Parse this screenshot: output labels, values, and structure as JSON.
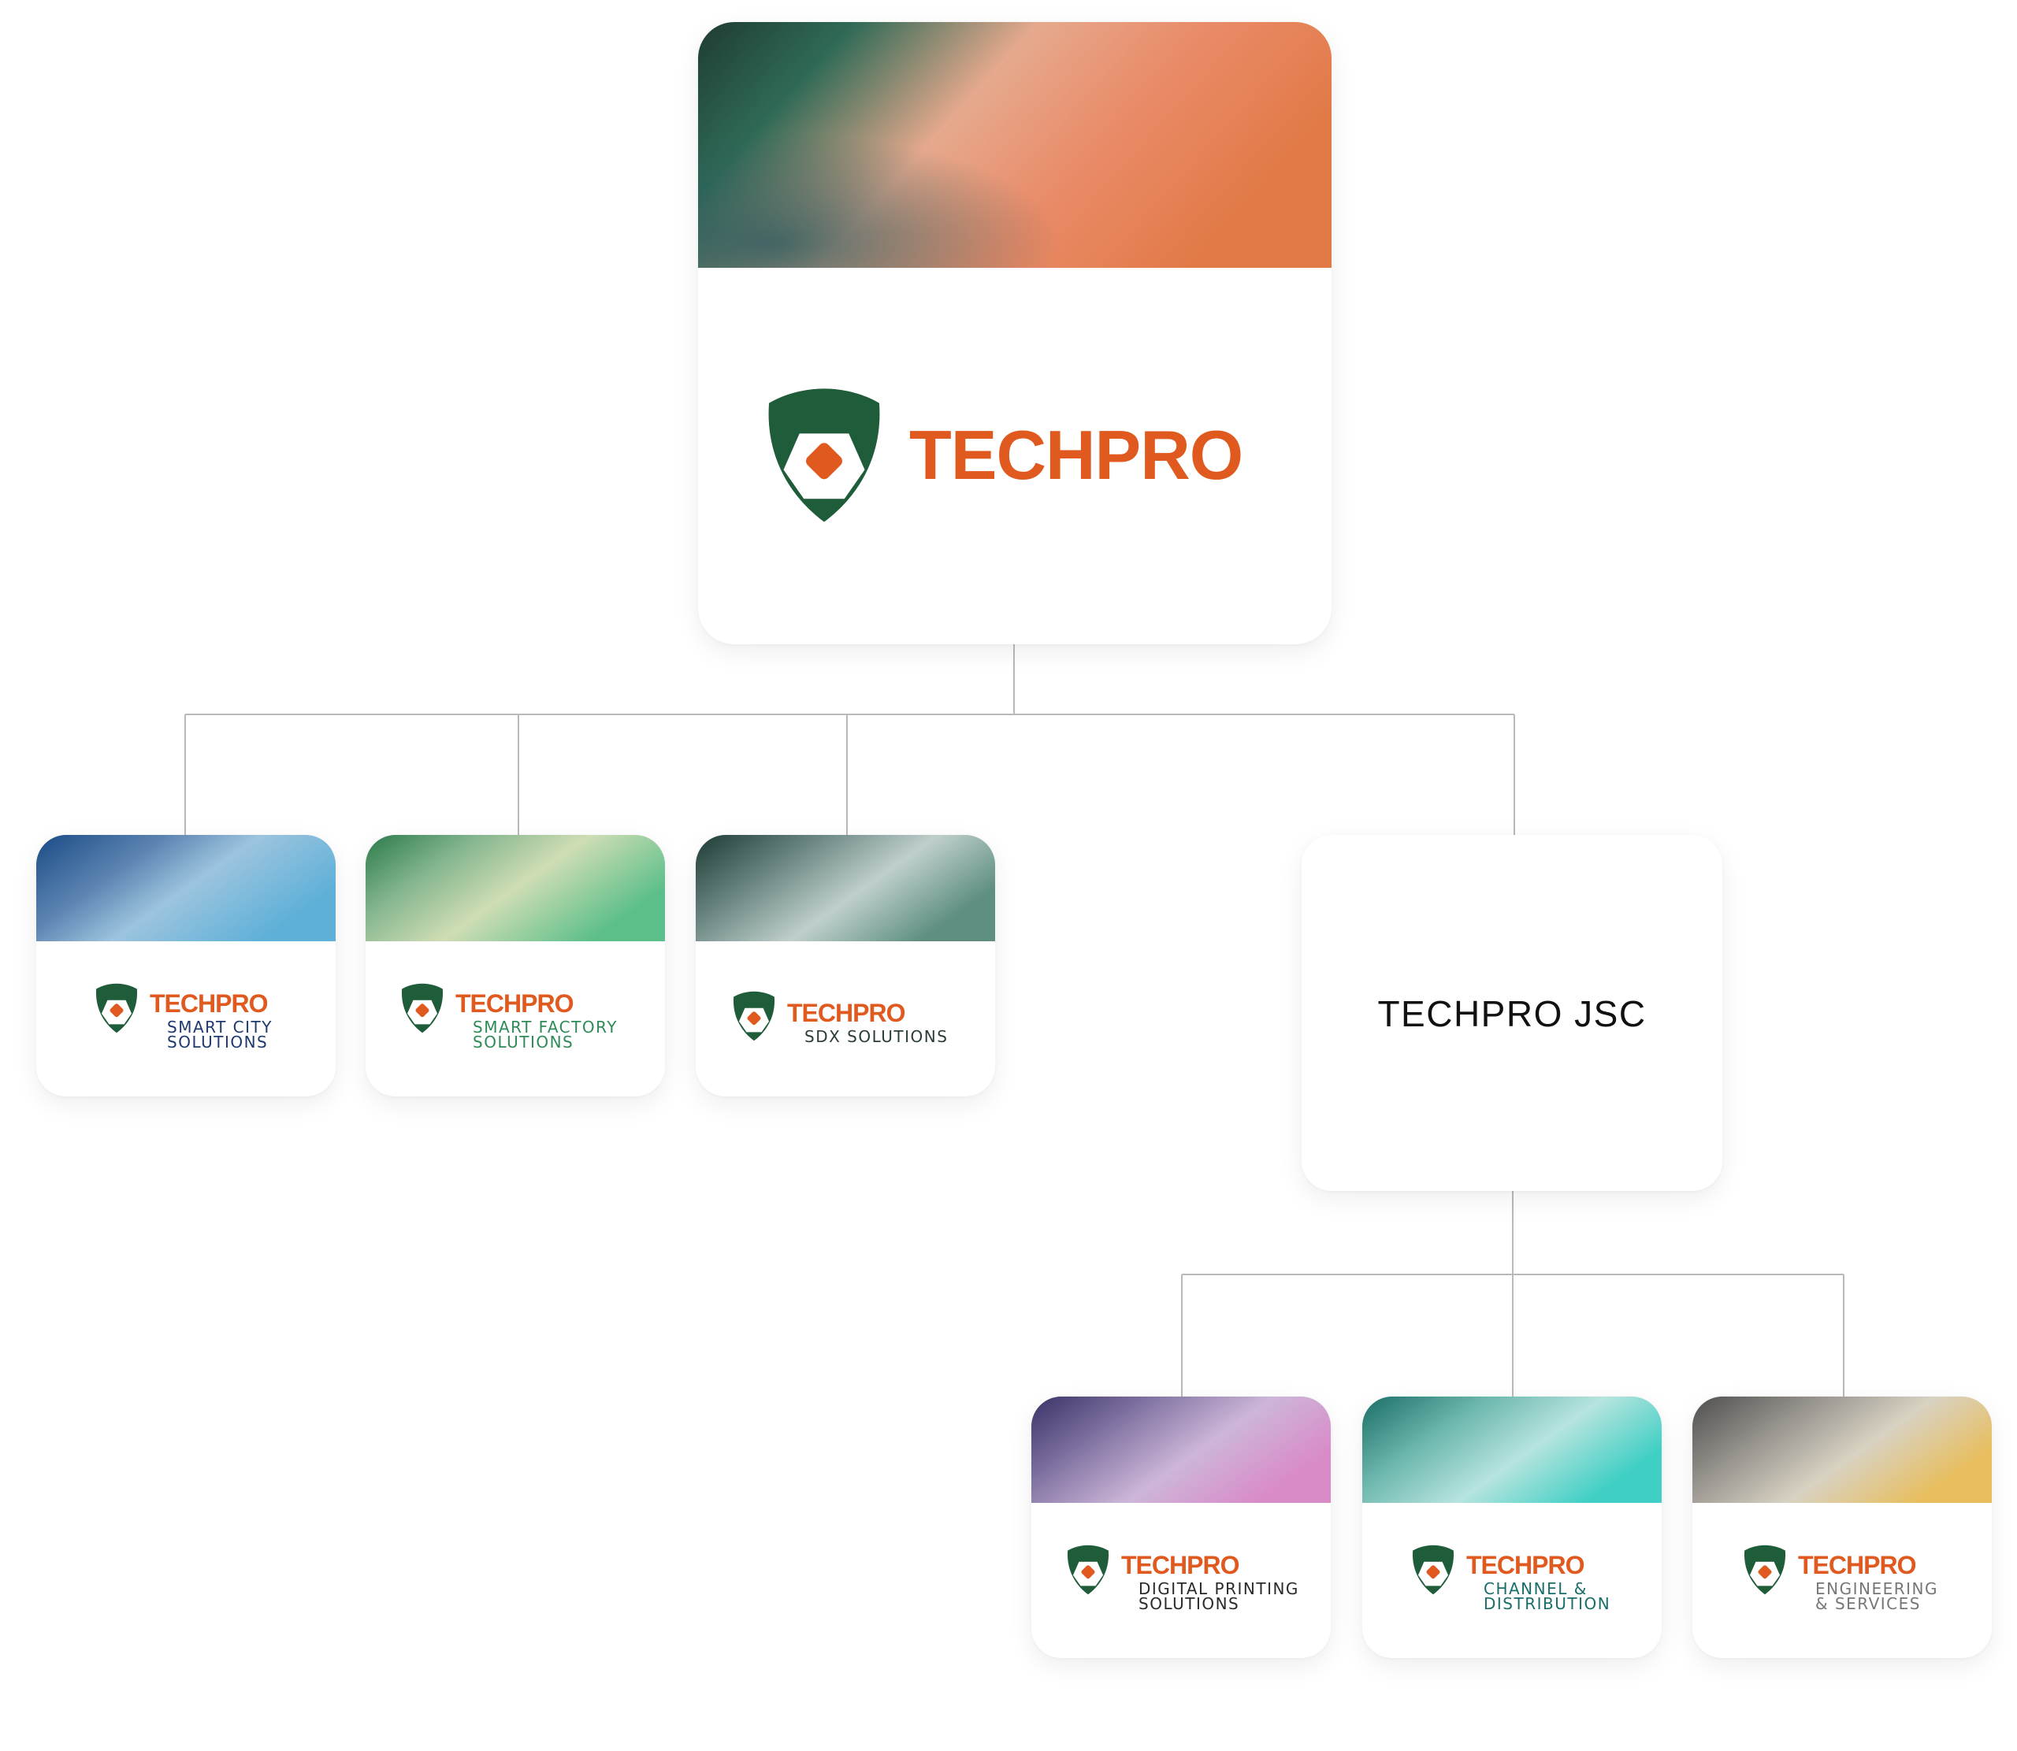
{
  "colors": {
    "brand_orange": "#E05A20",
    "shield_green": "#1E5C3A"
  },
  "root": {
    "brand": "TECHPRO"
  },
  "level1": [
    {
      "brand": "TECHPRO",
      "sub": "SMART CITY\nSOLUTIONS",
      "sub_color": "#1E3A6E"
    },
    {
      "brand": "TECHPRO",
      "sub": "SMART FACTORY\nSOLUTIONS",
      "sub_color": "#2E8B57"
    },
    {
      "brand": "TECHPRO",
      "sub": "SDX SOLUTIONS",
      "sub_color": "#2A3C3A"
    }
  ],
  "jsc": {
    "title": "TECHPRO JSC"
  },
  "level2": [
    {
      "brand": "TECHPRO",
      "sub": "DIGITAL PRINTING\nSOLUTIONS",
      "sub_color": "#2A2A2A"
    },
    {
      "brand": "TECHPRO",
      "sub": "CHANNEL &\nDISTRIBUTION",
      "sub_color": "#1A6E6A"
    },
    {
      "brand": "TECHPRO",
      "sub": "ENGINEERING\n& SERVICES",
      "sub_color": "#777777"
    }
  ]
}
